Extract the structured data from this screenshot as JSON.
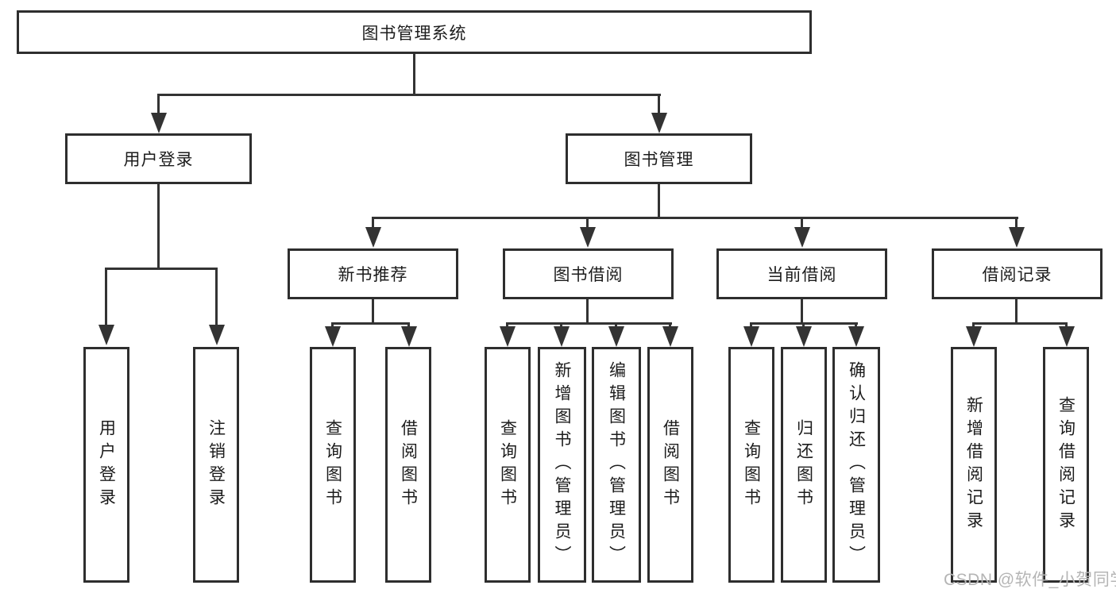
{
  "tree": {
    "label": "图书管理系统",
    "children": [
      {
        "label": "用户登录",
        "children": [
          {
            "label": "用户登录"
          },
          {
            "label": "注销登录"
          }
        ]
      },
      {
        "label": "图书管理",
        "children": [
          {
            "label": "新书推荐",
            "children": [
              {
                "label": "查询图书"
              },
              {
                "label": "借阅图书"
              }
            ]
          },
          {
            "label": "图书借阅",
            "children": [
              {
                "label": "查询图书"
              },
              {
                "label": "新增图书（管理员）"
              },
              {
                "label": "编辑图书（管理员）"
              },
              {
                "label": "借阅图书"
              }
            ]
          },
          {
            "label": "当前借阅",
            "children": [
              {
                "label": "查询图书"
              },
              {
                "label": "归还图书"
              },
              {
                "label": "确认归还（管理员）"
              }
            ]
          },
          {
            "label": "借阅记录",
            "children": [
              {
                "label": "新增借阅记录"
              },
              {
                "label": "查询借阅记录"
              }
            ]
          }
        ]
      }
    ]
  },
  "watermark": {
    "text": "CSDN @软件_小贺同学"
  },
  "colors": {
    "line": "#333333",
    "border": "#2e2e2e",
    "text": "#1c1c1c",
    "watermark": "#b5b5b5",
    "background": "#ffffff"
  }
}
